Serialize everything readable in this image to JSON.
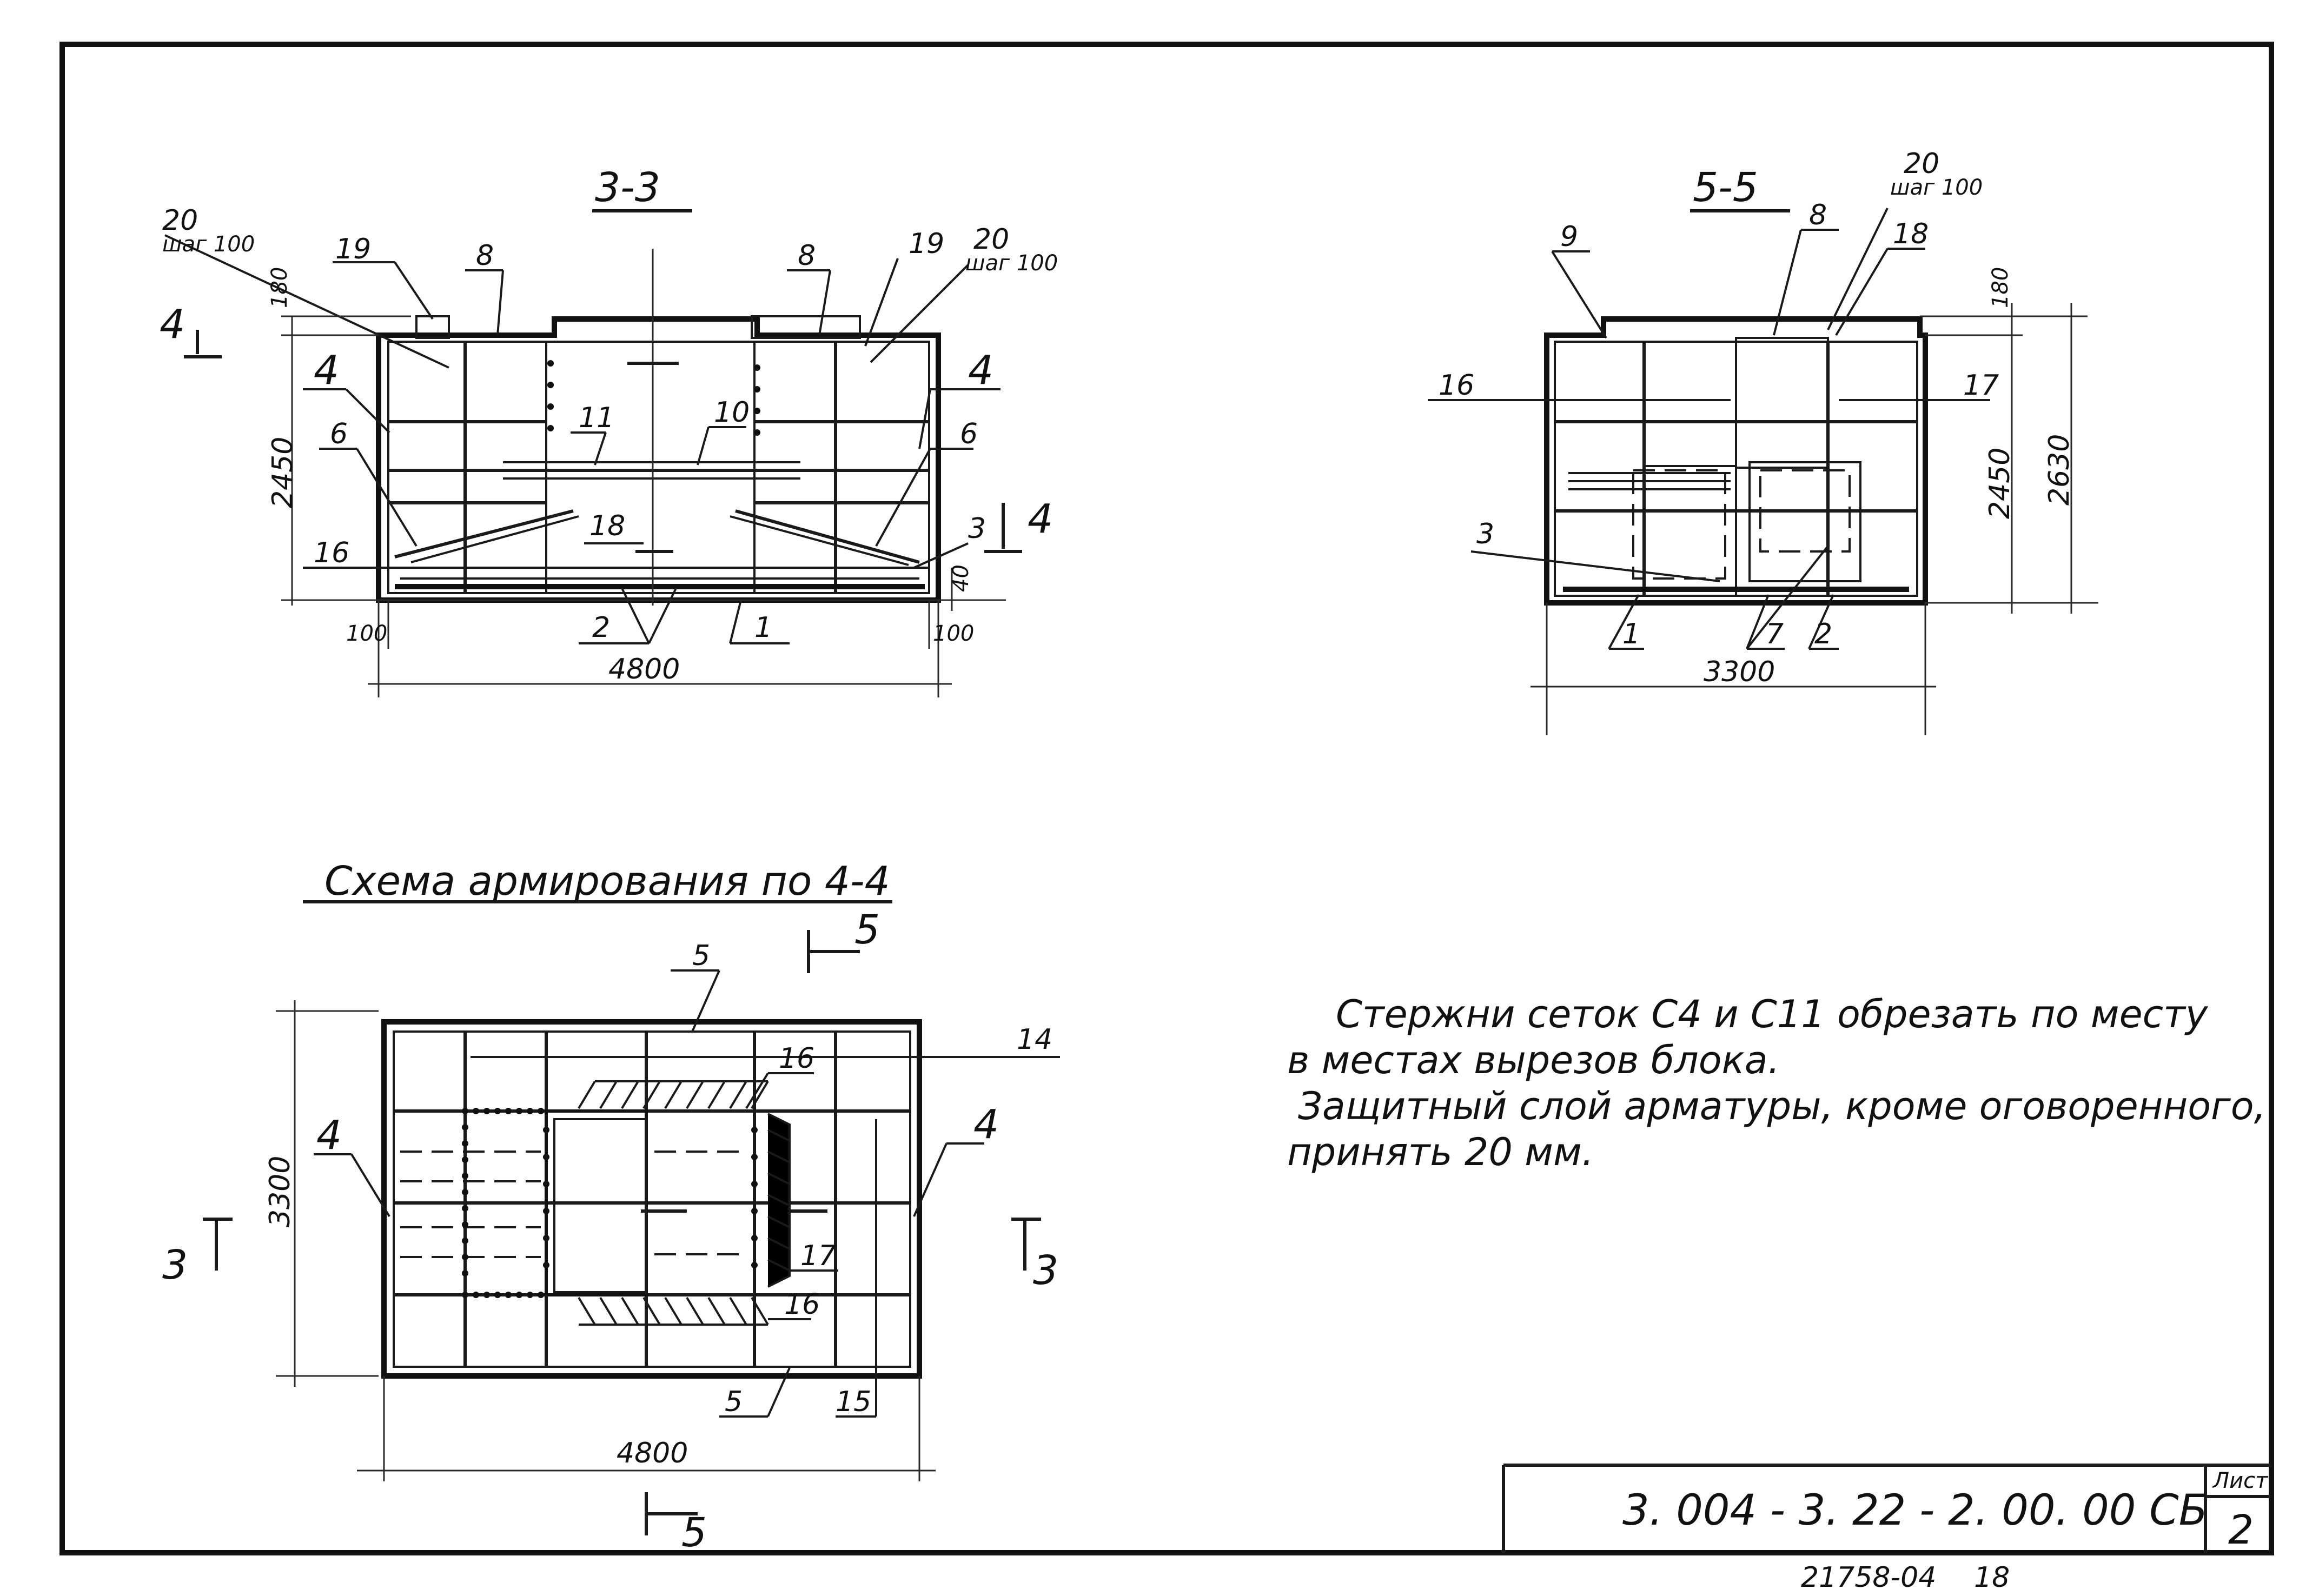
{
  "sections": {
    "s33": {
      "title": "3-3",
      "left_callout_num": "20",
      "left_callout_sub": "шаг 100",
      "right_callout_num": "20",
      "right_callout_sub": "шаг 100",
      "marks": {
        "m19a": "19",
        "m8a": "8",
        "m8b": "8",
        "m19b": "19",
        "m4a": "4",
        "m4b": "4",
        "m11": "11",
        "m10": "10",
        "m6a": "6",
        "m6b": "6",
        "m18": "18",
        "m16": "16",
        "m3": "3",
        "m2": "2",
        "m1": "1"
      },
      "dims": {
        "h_top": "180",
        "h_total": "2450",
        "offset_left": "100",
        "offset_right": "100",
        "bottom": "40",
        "width": "4800"
      },
      "cut_mark": "4"
    },
    "s55": {
      "title": "5-5",
      "callout_num": "20",
      "callout_sub": "шаг 100",
      "marks": {
        "m9": "9",
        "m8": "8",
        "m18": "18",
        "m16": "16",
        "m17": "17",
        "m3": "3",
        "m1": "1",
        "m7": "7",
        "m2": "2"
      },
      "dims": {
        "h_top": "180",
        "h_inner": "2450",
        "h_total": "2630",
        "width": "3300"
      }
    },
    "plan": {
      "title": "Схема армирования по 4-4",
      "cut5": "5",
      "cut3": "3",
      "marks": {
        "m5a": "5",
        "m14": "14",
        "m16a": "16",
        "m4a": "4",
        "m4b": "4",
        "m17": "17",
        "m16b": "16",
        "m5b": "5",
        "m15": "15"
      },
      "dims": {
        "height": "3300",
        "width": "4800"
      }
    }
  },
  "notes": [
    "Стержни сеток С4 и С11 обрезать по месту",
    "в местах   вырезов   блока.",
    "  Защитный слой арматуры, кроме оговоренного,",
    "принять  20 мм."
  ],
  "title_block": {
    "code": "3. 004 - 3. 22 - 2. 00. 00 СБ",
    "sheet_label": "Лист",
    "sheet_no": "2"
  },
  "footer": {
    "inventory": "21758-04",
    "page": "18"
  }
}
